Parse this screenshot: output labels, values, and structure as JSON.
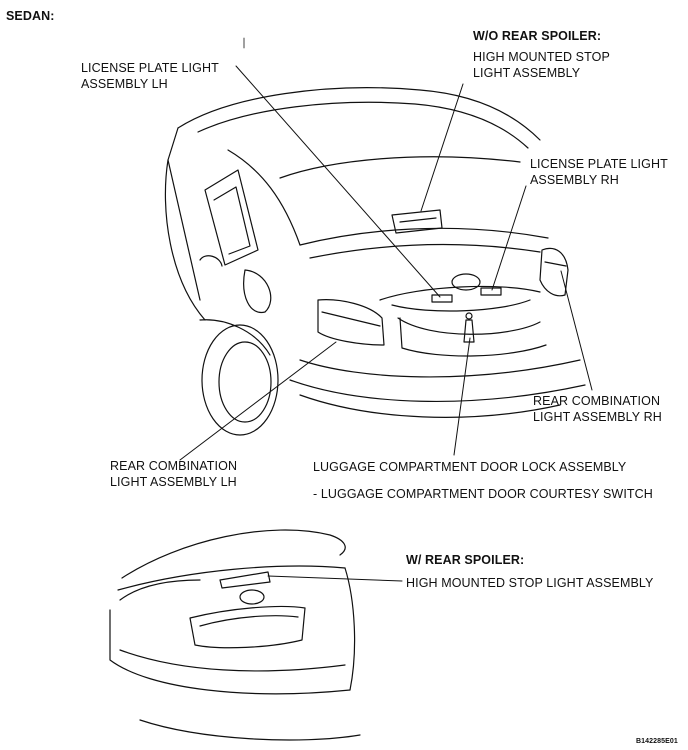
{
  "title": "SEDAN:",
  "sections": {
    "wo_spoiler": "W/O REAR SPOILER:",
    "w_spoiler": "W/ REAR SPOILER:"
  },
  "labels": {
    "license_lh_1": "LICENSE PLATE LIGHT",
    "license_lh_2": "ASSEMBLY LH",
    "stop_light_1": "HIGH MOUNTED STOP",
    "stop_light_2": "LIGHT ASSEMBLY",
    "license_rh_1": "LICENSE PLATE LIGHT",
    "license_rh_2": "ASSEMBLY RH",
    "rear_combo_rh_1": "REAR COMBINATION",
    "rear_combo_rh_2": "LIGHT ASSEMBLY RH",
    "rear_combo_lh_1": "REAR COMBINATION",
    "rear_combo_lh_2": "LIGHT ASSEMBLY LH",
    "lock_assembly": "LUGGAGE COMPARTMENT DOOR LOCK ASSEMBLY",
    "courtesy_switch": "- LUGGAGE COMPARTMENT DOOR COURTESY SWITCH",
    "stop_light_spoiler": "HIGH MOUNTED STOP LIGHT ASSEMBLY"
  },
  "figure_code": "B142285E01"
}
